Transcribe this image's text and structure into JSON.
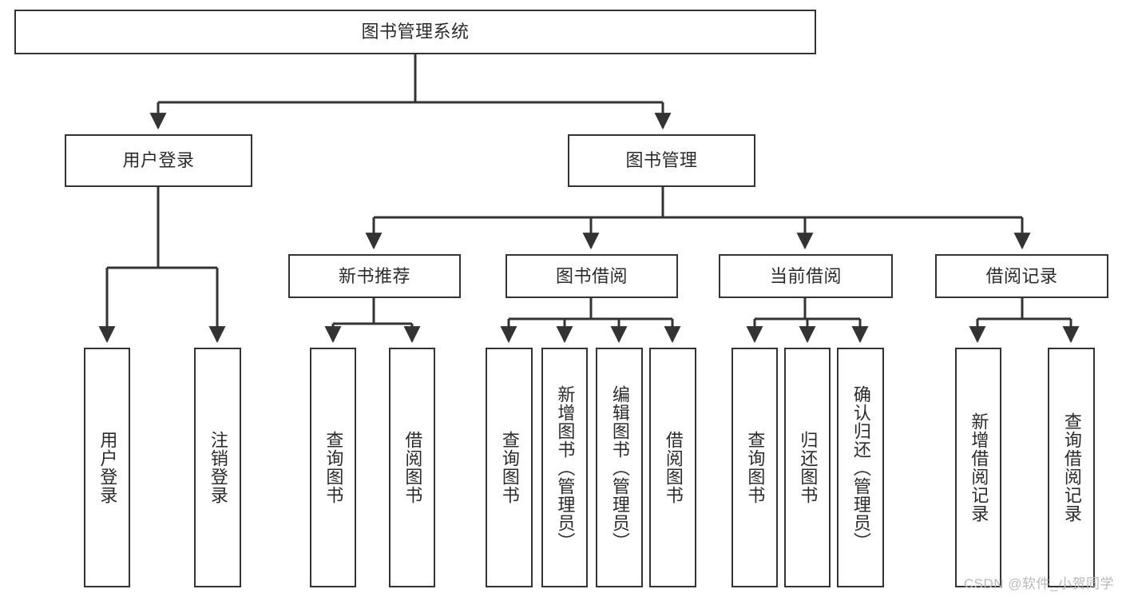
{
  "diagram": {
    "type": "tree-hierarchy",
    "title": "图书管理系统",
    "watermark": "CSDN @软件_小贺同学",
    "colors": {
      "box_border": "#333333",
      "box_fill": "#ffffff",
      "connector": "#333333",
      "text": "#2b2b2b",
      "watermark": "#b9b9b9"
    },
    "levels": [
      {
        "level": 1,
        "nodes": [
          {
            "id": "root",
            "label": "图书管理系统",
            "orientation": "horizontal"
          }
        ]
      },
      {
        "level": 2,
        "nodes": [
          {
            "id": "login",
            "label": "用户登录",
            "orientation": "horizontal",
            "parent": "root"
          },
          {
            "id": "bookmgmt",
            "label": "图书管理",
            "orientation": "horizontal",
            "parent": "root"
          }
        ]
      },
      {
        "level": 3,
        "nodes": [
          {
            "id": "newbook",
            "label": "新书推荐",
            "orientation": "horizontal",
            "parent": "bookmgmt"
          },
          {
            "id": "borrow",
            "label": "图书借阅",
            "orientation": "horizontal",
            "parent": "bookmgmt"
          },
          {
            "id": "current",
            "label": "当前借阅",
            "orientation": "horizontal",
            "parent": "bookmgmt"
          },
          {
            "id": "records",
            "label": "借阅记录",
            "orientation": "horizontal",
            "parent": "bookmgmt"
          }
        ]
      },
      {
        "level": 4,
        "nodes": [
          {
            "id": "leaf-user-login",
            "label": "用户登录",
            "orientation": "vertical",
            "parent": "login"
          },
          {
            "id": "leaf-logout",
            "label": "注销登录",
            "orientation": "vertical",
            "parent": "login"
          },
          {
            "id": "leaf-query-book-1",
            "label": "查询图书",
            "orientation": "vertical",
            "parent": "newbook"
          },
          {
            "id": "leaf-borrow-book-1",
            "label": "借阅图书",
            "orientation": "vertical",
            "parent": "newbook"
          },
          {
            "id": "leaf-query-book-2",
            "label": "查询图书",
            "orientation": "vertical",
            "parent": "borrow"
          },
          {
            "id": "leaf-add-book",
            "label": "新增图书（管理员）",
            "orientation": "vertical",
            "parent": "borrow"
          },
          {
            "id": "leaf-edit-book",
            "label": "编辑图书（管理员）",
            "orientation": "vertical",
            "parent": "borrow"
          },
          {
            "id": "leaf-borrow-book-2",
            "label": "借阅图书",
            "orientation": "vertical",
            "parent": "borrow"
          },
          {
            "id": "leaf-query-book-3",
            "label": "查询图书",
            "orientation": "vertical",
            "parent": "current"
          },
          {
            "id": "leaf-return-book",
            "label": "归还图书",
            "orientation": "vertical",
            "parent": "current"
          },
          {
            "id": "leaf-confirm-return",
            "label": "确认归还（管理员）",
            "orientation": "vertical",
            "parent": "current"
          },
          {
            "id": "leaf-add-record",
            "label": "新增借阅记录",
            "orientation": "vertical",
            "parent": "records"
          },
          {
            "id": "leaf-query-record",
            "label": "查询借阅记录",
            "orientation": "vertical",
            "parent": "records"
          }
        ]
      }
    ]
  }
}
